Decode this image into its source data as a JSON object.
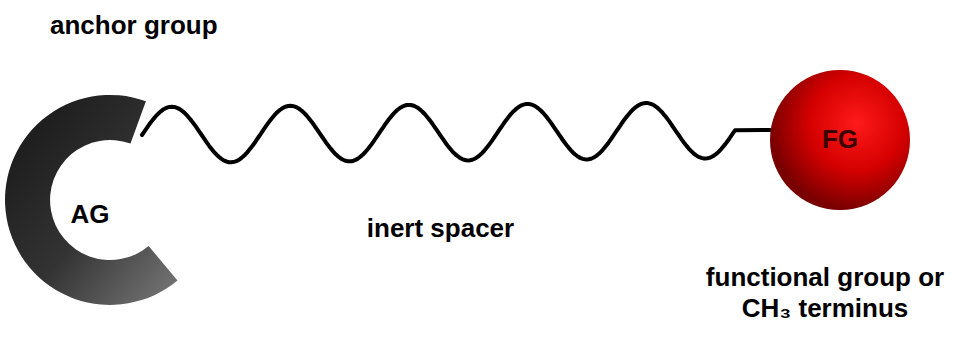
{
  "diagram": {
    "nodes": [
      {
        "text": [
          "anchor group",
          "AG"
        ]
      },
      {
        "text": [
          "FG",
          "functional group or CH₃ terminus"
        ]
      }
    ],
    "edges": [
      {
        "from": 0,
        "to": 1,
        "arrow": "none",
        "label": "inert spacer"
      }
    ]
  }
}
